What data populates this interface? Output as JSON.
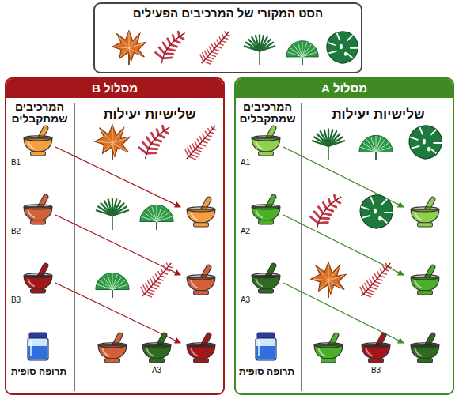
{
  "diagram": {
    "nodes": [
      {
        "text": [
          "הסט המקורי של המרכיבים הפעילים"
        ]
      },
      {
        "text": [
          "מסלול A"
        ]
      },
      {
        "text": [
          "מסלול B"
        ]
      }
    ],
    "labels": [
      "שלישיות יעילות",
      "המרכיבים שמתקבלים",
      "A1",
      "A2",
      "A3",
      "תרופה סופית",
      "B3",
      "שלישיות יעילות",
      "המרכיבים שמתקבלים",
      "B1",
      "B2",
      "B3",
      "תרופה סופית",
      "A3"
    ]
  }
}
